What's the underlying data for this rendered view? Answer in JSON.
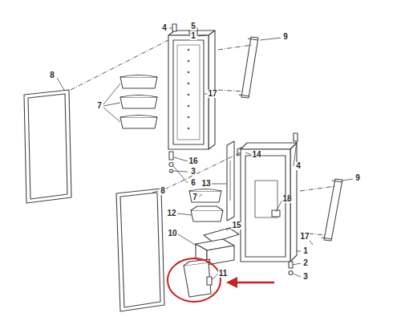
{
  "diagram": {
    "labels": [
      "4",
      "5",
      "1",
      "9",
      "8",
      "17",
      "7",
      "16",
      "3",
      "6",
      "14",
      "13",
      "4",
      "9",
      "8",
      "7",
      "18",
      "12",
      "15",
      "10",
      "17",
      "1",
      "2",
      "11",
      "3"
    ]
  }
}
